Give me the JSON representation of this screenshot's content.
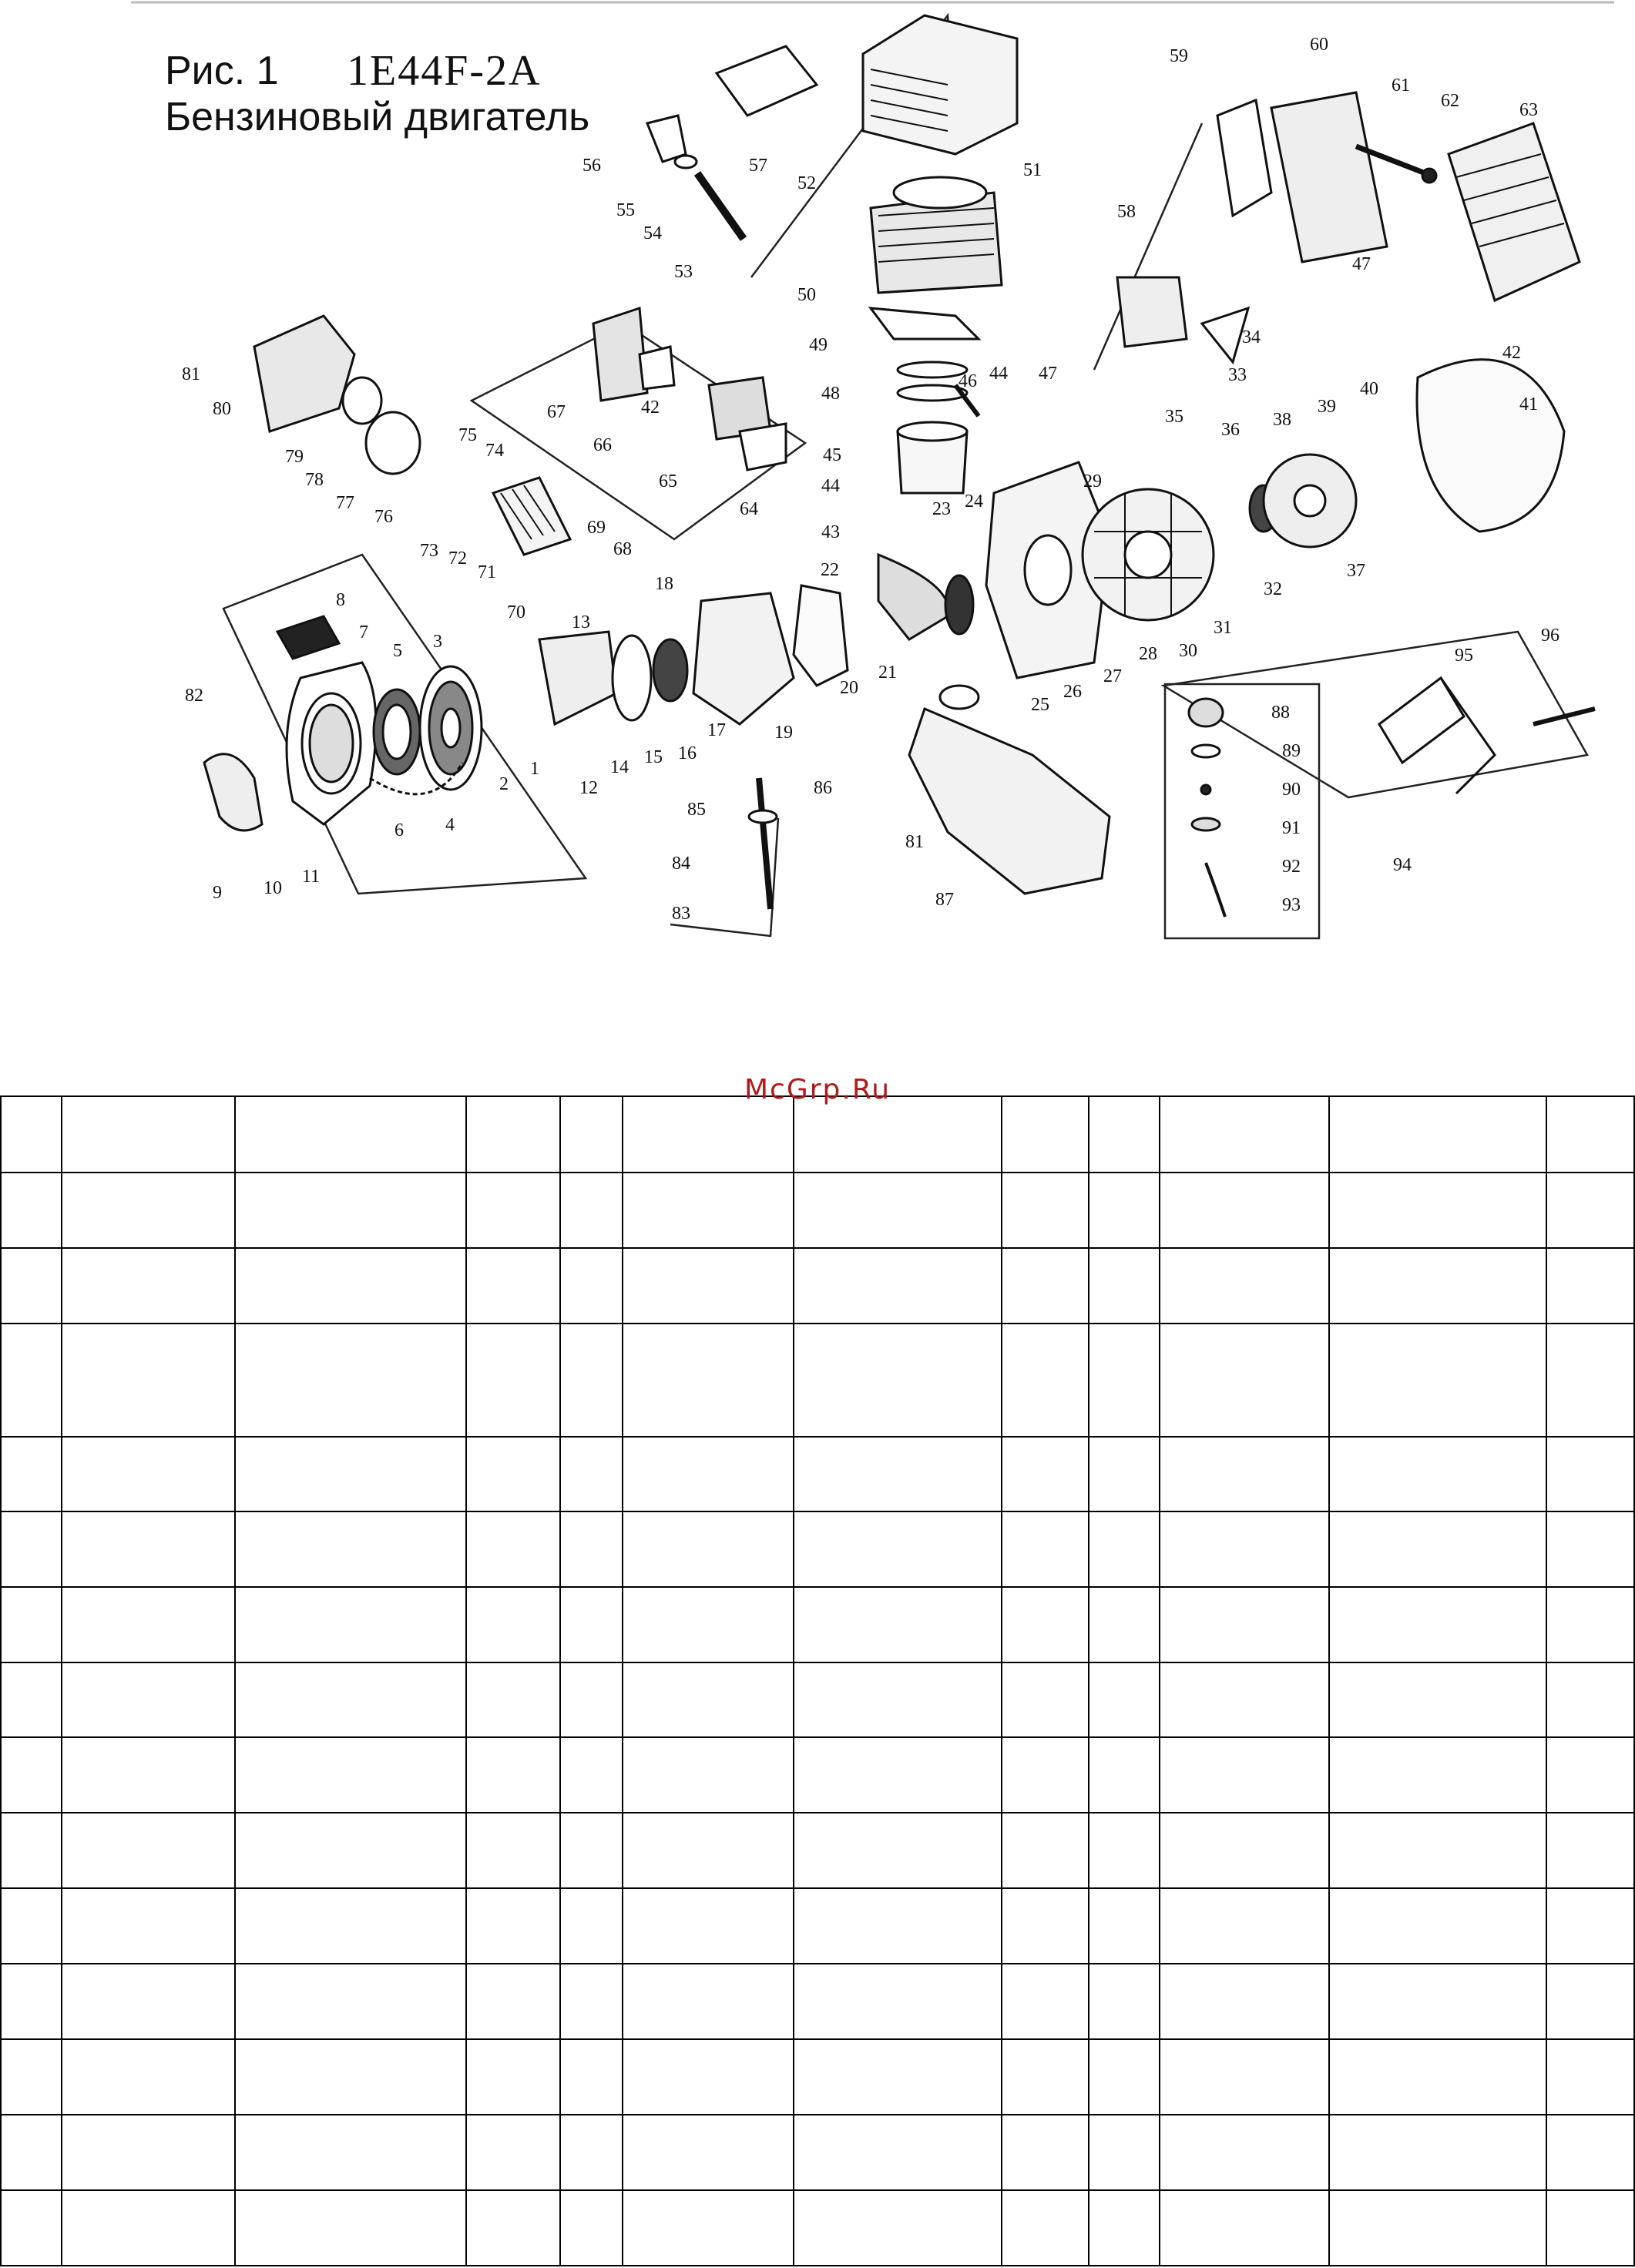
{
  "caption": {
    "fig": "Рис. 1",
    "model": "1E44F-2A",
    "subtitle": "Бензиновый двигатель"
  },
  "watermark": "McGrp.Ru",
  "callouts": [
    "1",
    "2",
    "3",
    "4",
    "5",
    "6",
    "7",
    "8",
    "9",
    "10",
    "11",
    "12",
    "13",
    "14",
    "15",
    "16",
    "17",
    "18",
    "19",
    "20",
    "21",
    "22",
    "23",
    "24",
    "25",
    "26",
    "27",
    "28",
    "29",
    "30",
    "31",
    "32",
    "33",
    "34",
    "35",
    "36",
    "37",
    "38",
    "39",
    "40",
    "41",
    "42",
    "43",
    "44",
    "45",
    "46",
    "47",
    "48",
    "49",
    "50",
    "51",
    "52",
    "53",
    "54",
    "55",
    "56",
    "57",
    "58",
    "59",
    "60",
    "61",
    "62",
    "63",
    "64",
    "65",
    "66",
    "67",
    "68",
    "69",
    "70",
    "71",
    "72",
    "73",
    "74",
    "75",
    "76",
    "77",
    "78",
    "79",
    "80",
    "81",
    "82",
    "83",
    "84",
    "85",
    "86",
    "87",
    "88",
    "89",
    "90",
    "91",
    "92",
    "93",
    "94",
    "95",
    "96"
  ],
  "colors": {
    "ink": "#111111",
    "watermark": "#b11a1a",
    "grid": "#000000"
  }
}
